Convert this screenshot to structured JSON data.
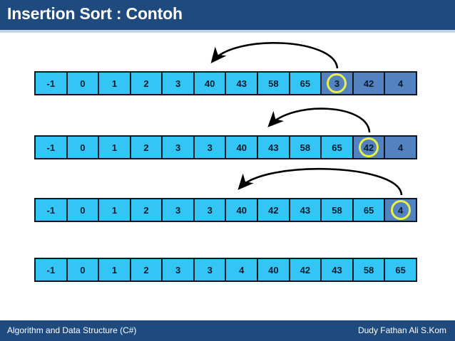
{
  "header": {
    "title": "Insertion Sort : Contoh",
    "background": "#1f4a7d",
    "text_color": "#ffffff"
  },
  "footer": {
    "left_text": "Algorithm and Data Structure (C#)",
    "right_text": "Dudy Fathan Ali S.Kom",
    "background": "#1f4a7d",
    "text_color": "#ffffff"
  },
  "colors": {
    "sorted_cell": "#33c6f5",
    "unsorted_cell": "#5283c0",
    "cell_border": "#111820",
    "highlight_ring": "#e8f04a",
    "value_text": "#0d1b2e",
    "arrow": "#000000"
  },
  "rows": [
    {
      "index": 0,
      "cells": [
        {
          "value": "-1",
          "state": "sorted",
          "highlighted": false
        },
        {
          "value": "0",
          "state": "sorted",
          "highlighted": false
        },
        {
          "value": "1",
          "state": "sorted",
          "highlighted": false
        },
        {
          "value": "2",
          "state": "sorted",
          "highlighted": false
        },
        {
          "value": "3",
          "state": "sorted",
          "highlighted": false
        },
        {
          "value": "40",
          "state": "sorted",
          "highlighted": false
        },
        {
          "value": "43",
          "state": "sorted",
          "highlighted": false
        },
        {
          "value": "58",
          "state": "sorted",
          "highlighted": false
        },
        {
          "value": "65",
          "state": "sorted",
          "highlighted": false
        },
        {
          "value": "3",
          "state": "unsorted",
          "highlighted": true
        },
        {
          "value": "42",
          "state": "unsorted",
          "highlighted": false
        },
        {
          "value": "4",
          "state": "unsorted",
          "highlighted": false
        }
      ],
      "arrow": {
        "from_cell": 9,
        "to_cell": 5,
        "direction": "left"
      }
    },
    {
      "index": 1,
      "cells": [
        {
          "value": "-1",
          "state": "sorted",
          "highlighted": false
        },
        {
          "value": "0",
          "state": "sorted",
          "highlighted": false
        },
        {
          "value": "1",
          "state": "sorted",
          "highlighted": false
        },
        {
          "value": "2",
          "state": "sorted",
          "highlighted": false
        },
        {
          "value": "3",
          "state": "sorted",
          "highlighted": false
        },
        {
          "value": "3",
          "state": "sorted",
          "highlighted": false
        },
        {
          "value": "40",
          "state": "sorted",
          "highlighted": false
        },
        {
          "value": "43",
          "state": "sorted",
          "highlighted": false
        },
        {
          "value": "58",
          "state": "sorted",
          "highlighted": false
        },
        {
          "value": "65",
          "state": "sorted",
          "highlighted": false
        },
        {
          "value": "42",
          "state": "unsorted",
          "highlighted": true
        },
        {
          "value": "4",
          "state": "unsorted",
          "highlighted": false
        }
      ],
      "arrow": {
        "from_cell": 10,
        "to_cell": 7,
        "direction": "left"
      }
    },
    {
      "index": 2,
      "cells": [
        {
          "value": "-1",
          "state": "sorted",
          "highlighted": false
        },
        {
          "value": "0",
          "state": "sorted",
          "highlighted": false
        },
        {
          "value": "1",
          "state": "sorted",
          "highlighted": false
        },
        {
          "value": "2",
          "state": "sorted",
          "highlighted": false
        },
        {
          "value": "3",
          "state": "sorted",
          "highlighted": false
        },
        {
          "value": "3",
          "state": "sorted",
          "highlighted": false
        },
        {
          "value": "40",
          "state": "sorted",
          "highlighted": false
        },
        {
          "value": "42",
          "state": "sorted",
          "highlighted": false
        },
        {
          "value": "43",
          "state": "sorted",
          "highlighted": false
        },
        {
          "value": "58",
          "state": "sorted",
          "highlighted": false
        },
        {
          "value": "65",
          "state": "sorted",
          "highlighted": false
        },
        {
          "value": "4",
          "state": "unsorted",
          "highlighted": true
        }
      ],
      "arrow": {
        "from_cell": 11,
        "to_cell": 6,
        "direction": "left"
      }
    },
    {
      "index": 3,
      "cells": [
        {
          "value": "-1",
          "state": "sorted",
          "highlighted": false
        },
        {
          "value": "0",
          "state": "sorted",
          "highlighted": false
        },
        {
          "value": "1",
          "state": "sorted",
          "highlighted": false
        },
        {
          "value": "2",
          "state": "sorted",
          "highlighted": false
        },
        {
          "value": "3",
          "state": "sorted",
          "highlighted": false
        },
        {
          "value": "3",
          "state": "sorted",
          "highlighted": false
        },
        {
          "value": "4",
          "state": "sorted",
          "highlighted": false
        },
        {
          "value": "40",
          "state": "sorted",
          "highlighted": false
        },
        {
          "value": "42",
          "state": "sorted",
          "highlighted": false
        },
        {
          "value": "43",
          "state": "sorted",
          "highlighted": false
        },
        {
          "value": "58",
          "state": "sorted",
          "highlighted": false
        },
        {
          "value": "65",
          "state": "sorted",
          "highlighted": false
        }
      ],
      "arrow": null
    }
  ]
}
